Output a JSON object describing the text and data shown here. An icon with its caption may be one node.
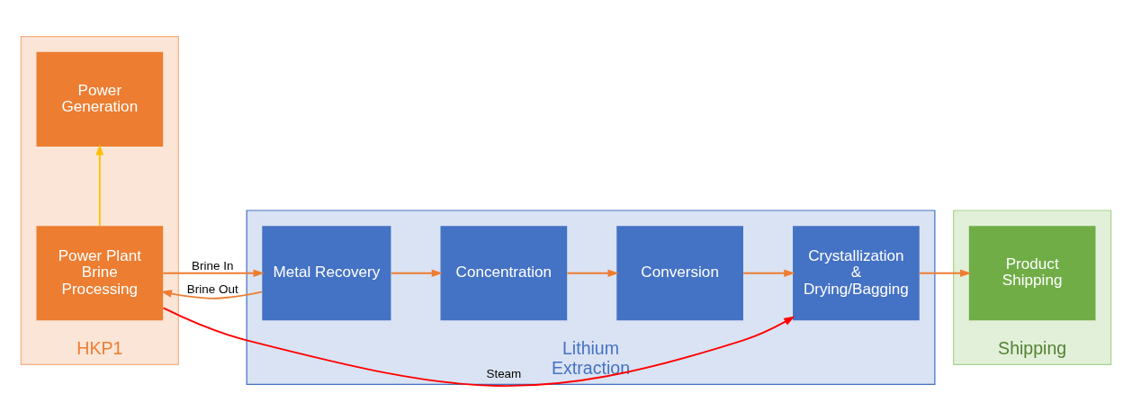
{
  "diagram": {
    "nodes": [
      {
        "text": [
          "HKP1"
        ]
      },
      {
        "text": [
          "Power Generation"
        ],
        "in": 0
      },
      {
        "text": [
          "Power Plant Brine Processing"
        ],
        "in": 0
      },
      {
        "text": [
          "Lithium Extraction"
        ]
      },
      {
        "text": [
          "Metal Recovery"
        ],
        "in": 3
      },
      {
        "text": [
          "Concentration"
        ],
        "in": 3
      },
      {
        "text": [
          "Conversion"
        ],
        "in": 3
      },
      {
        "text": [
          "Crystallization & Drying/Bagging"
        ],
        "in": 3
      },
      {
        "text": [
          "Shipping"
        ]
      },
      {
        "text": [
          "Product Shipping"
        ],
        "in": 8
      }
    ],
    "edges": [
      {
        "from": 2,
        "to": 1,
        "arrow": "to",
        "color": "#ffc000"
      },
      {
        "from": 2,
        "to": 7,
        "arrow": "to",
        "label": "Steam",
        "color": "#ff0000"
      },
      {
        "from": 2,
        "to": 4,
        "arrow": "to",
        "label": "Brine In"
      },
      {
        "from": 4,
        "to": 2,
        "arrow": "to",
        "label": "Brine Out"
      },
      {
        "from": 4,
        "to": 5,
        "arrow": "to"
      },
      {
        "from": 5,
        "to": 6,
        "arrow": "to"
      },
      {
        "from": 6,
        "to": 7,
        "arrow": "to"
      },
      {
        "from": 7,
        "to": 9,
        "arrow": "to"
      }
    ]
  }
}
